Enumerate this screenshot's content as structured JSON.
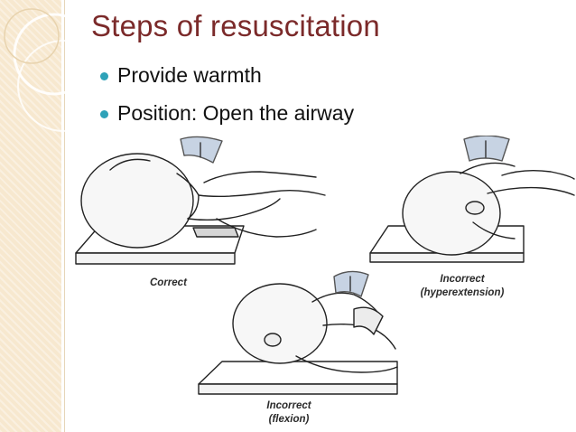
{
  "slide": {
    "title": "Steps of resuscitation",
    "bullets": [
      "Provide warmth",
      "Position: Open the airway"
    ]
  },
  "figure": {
    "captions": {
      "correct": "Correct",
      "hyperextension": {
        "line1": "Incorrect",
        "line2": "(hyperextension)"
      },
      "flexion": {
        "line1": "Incorrect",
        "line2": "(flexion)"
      }
    }
  },
  "colors": {
    "title": "#7b2a2a",
    "bullet_marker": "#2ea2b8",
    "side_band": "#f7e8cf"
  }
}
